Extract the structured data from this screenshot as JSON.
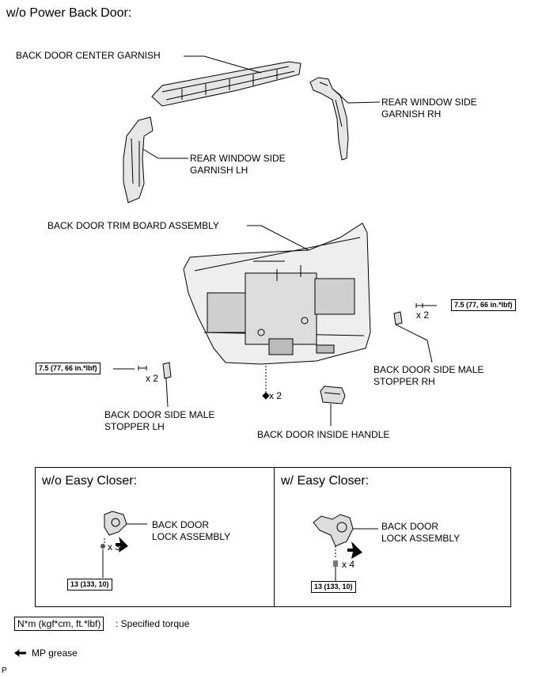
{
  "heading": "w/o Power Back Door:",
  "labels": {
    "center_garnish": "BACK DOOR CENTER GARNISH",
    "rh_garnish": "REAR WINDOW SIDE\nGARNISH RH",
    "lh_garnish": "REAR WINDOW SIDE\nGARNISH LH",
    "trim_board": "BACK DOOR TRIM BOARD ASSEMBLY",
    "stopper_rh": "BACK DOOR SIDE MALE\nSTOPPER RH",
    "stopper_lh": "BACK DOOR SIDE MALE\nSTOPPER LH",
    "inside_handle": "BACK DOOR INSIDE HANDLE",
    "lock_assembly_left": "BACK DOOR\nLOCK ASSEMBLY",
    "lock_assembly_right": "BACK DOOR\nLOCK ASSEMBLY"
  },
  "quantities": {
    "rh_bolts": "x 2",
    "lh_bolts": "x 2",
    "clips": "x 2",
    "left_lock_screws": "x 3",
    "right_lock_screws": "x 4"
  },
  "torques": {
    "rh": "7.5 (77, 66 in.*lbf)",
    "lh": "7.5 (77, 66 in.*lbf)",
    "lock_left": "13 (133, 10)",
    "lock_right": "13 (133, 10)"
  },
  "sections": {
    "left_title": "w/o Easy Closer:",
    "right_title": "w/ Easy Closer:"
  },
  "legend": {
    "torque_box": "N*m (kgf*cm, ft.*lbf)",
    "torque_text": ": Specified torque",
    "grease_text": "MP grease"
  },
  "corner_mark": "P"
}
